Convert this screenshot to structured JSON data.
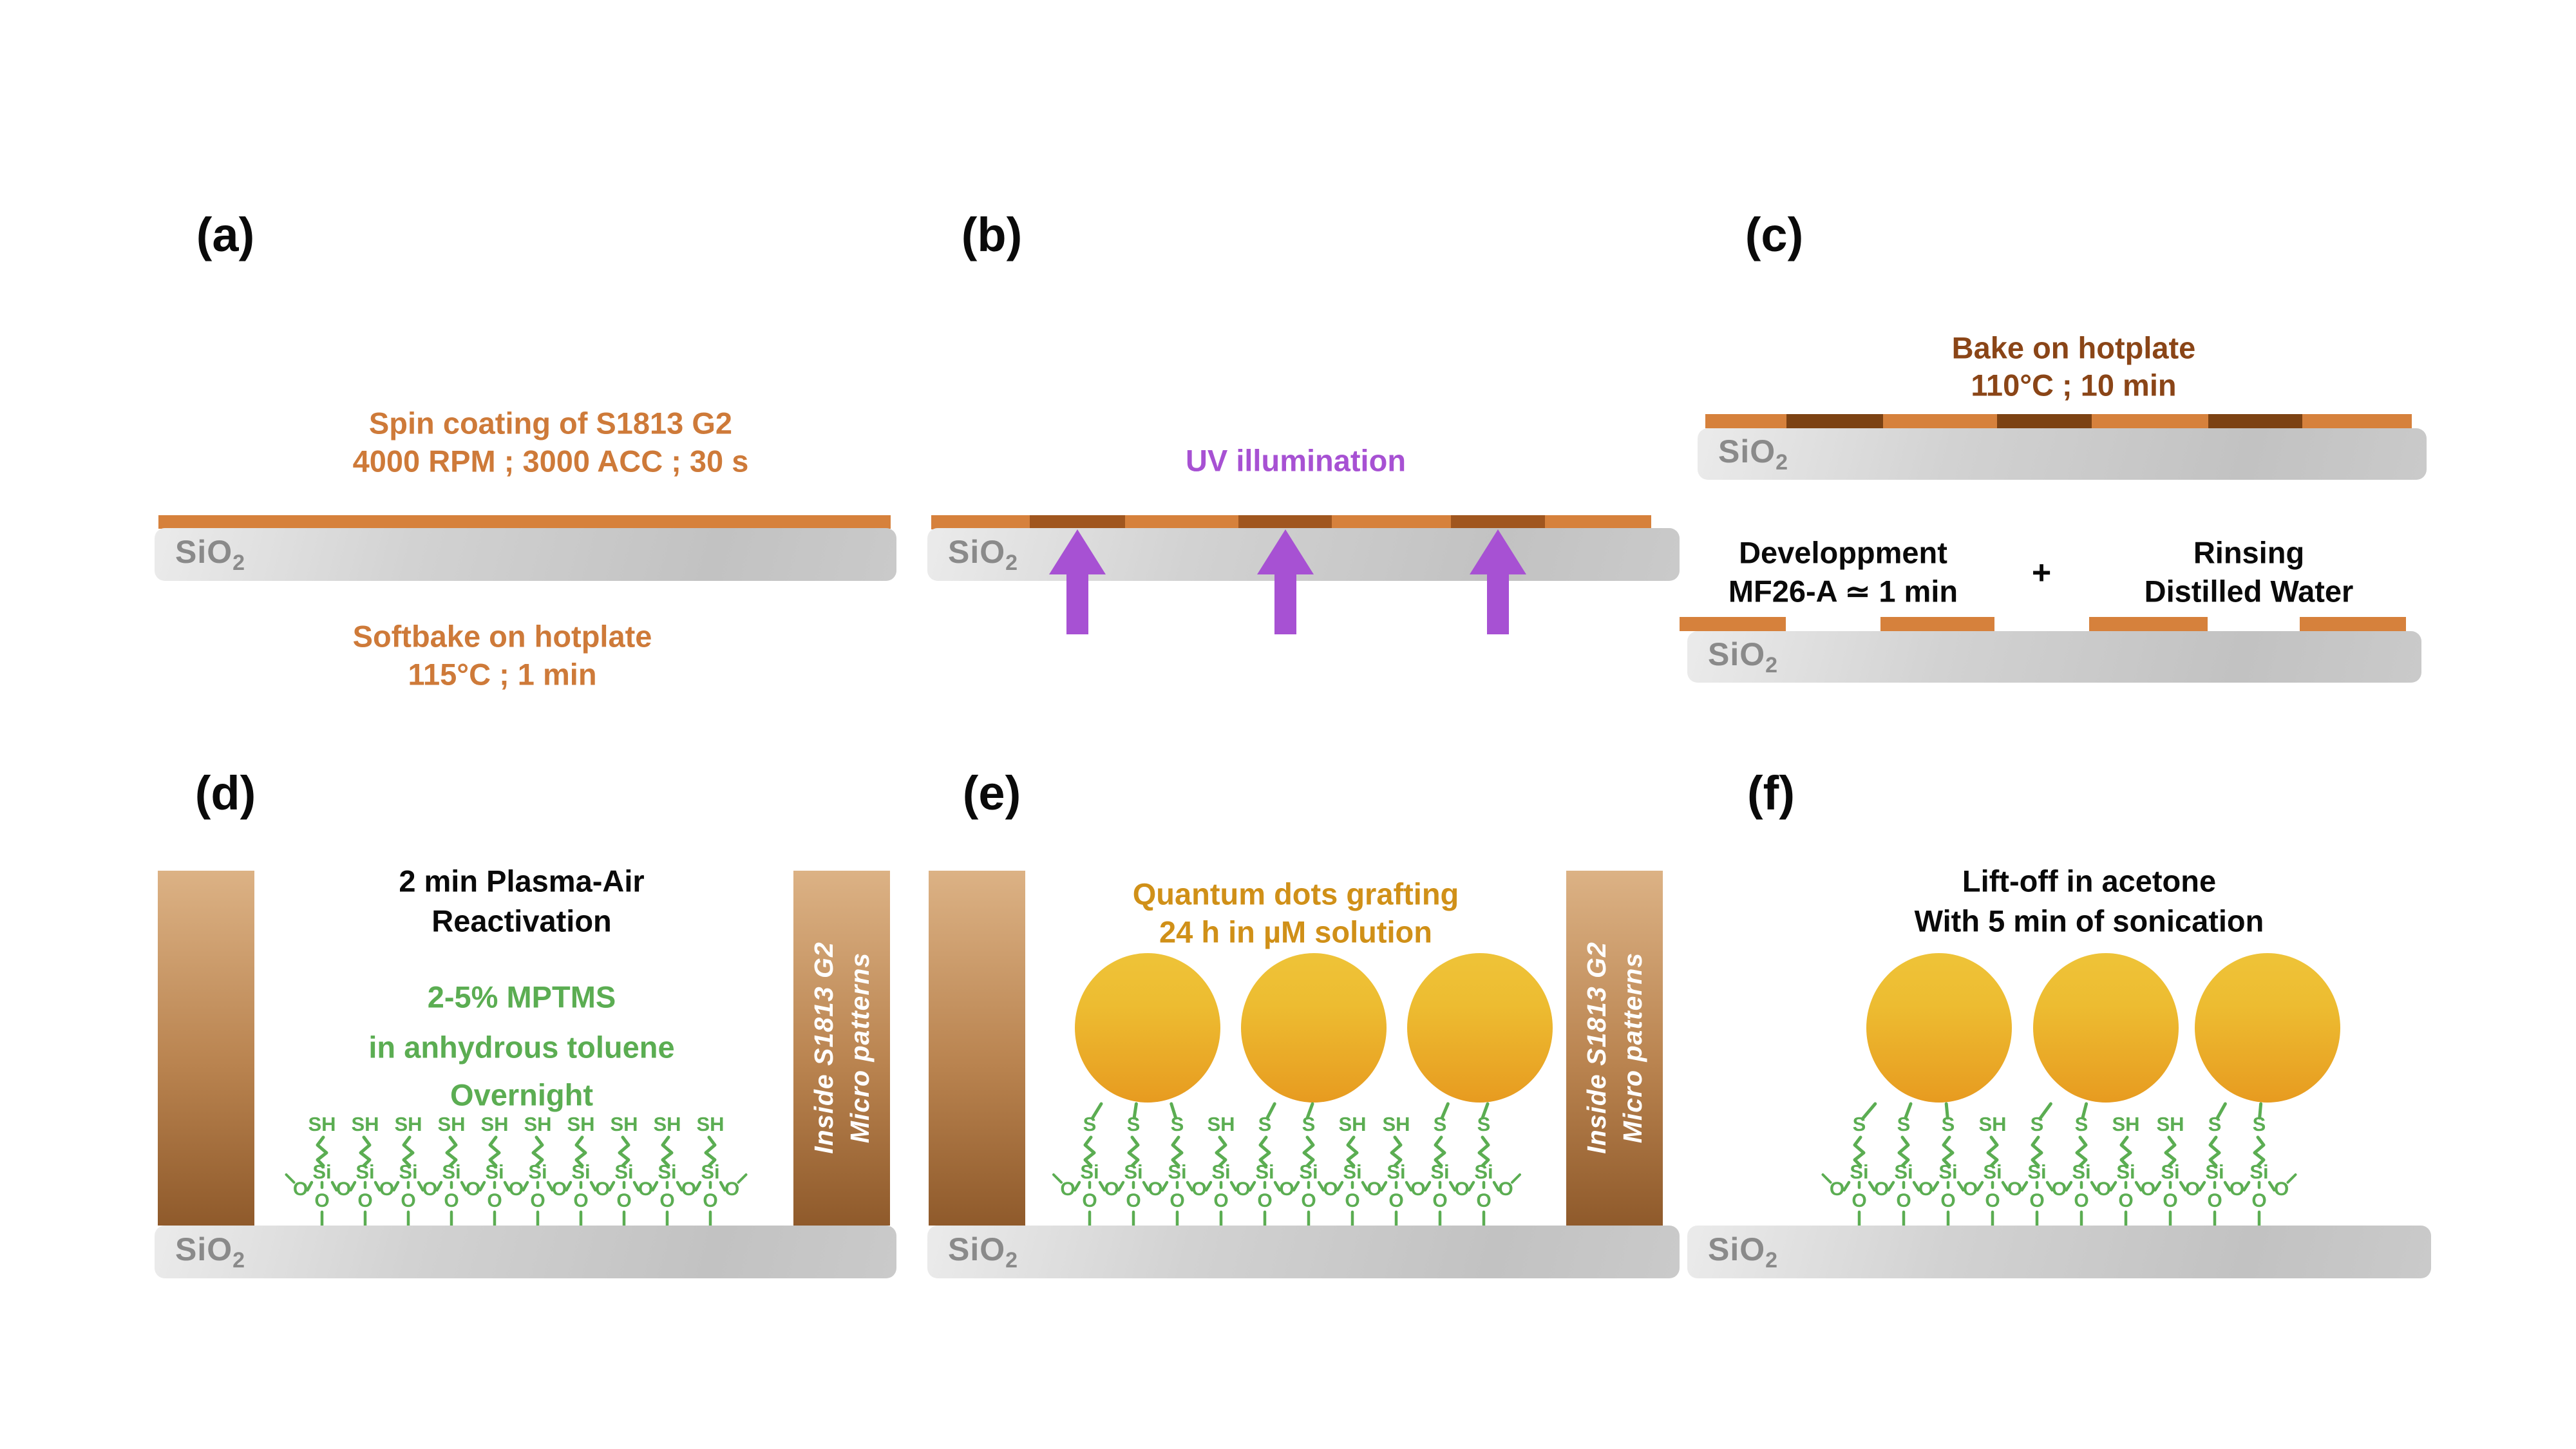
{
  "panels": {
    "a": {
      "label": "(a)",
      "top_text": [
        "Spin coating of S1813 G2",
        "4000 RPM ; 3000 ACC ; 30 s"
      ],
      "bottom_text": [
        "Softbake on hotplate",
        "115°C ; 1 min"
      ]
    },
    "b": {
      "label": "(b)",
      "title": "UV illumination"
    },
    "c": {
      "label": "(c)",
      "title": [
        "Bake on hotplate",
        "110°C ; 10 min"
      ],
      "develop": [
        "Developpment",
        "MF26-A ≃ 1 min"
      ],
      "plus": "+",
      "rinse": [
        "Rinsing",
        "Distilled Water"
      ]
    },
    "d": {
      "label": "(d)",
      "black_text": [
        "2 min Plasma-Air",
        "Reactivation"
      ],
      "green_text": [
        "2-5% MPTMS",
        "in anhydrous toluene",
        "Overnight"
      ],
      "pillar_text": [
        "Inside S1813 G2",
        "Micro patterns"
      ]
    },
    "e": {
      "label": "(e)",
      "title": [
        "Quantum dots grafting",
        "24 h in µM solution"
      ],
      "pillar_text": [
        "Inside S1813 G2",
        "Micro patterns"
      ]
    },
    "f": {
      "label": "(f)",
      "title": [
        "Lift-off in acetone",
        "With 5 min of sonication"
      ]
    }
  },
  "substrate_label": {
    "base": "SiO",
    "sub": "2"
  },
  "molecule": {
    "si_label": "Si",
    "o_label": "O",
    "d_heads": [
      "SH",
      "SH",
      "SH",
      "SH",
      "SH",
      "SH",
      "SH",
      "SH",
      "SH",
      "SH"
    ],
    "ef_heads": [
      "S",
      "S",
      "S",
      "SH",
      "S",
      "S",
      "SH",
      "SH",
      "S",
      "S"
    ],
    "qd_bond_units": [
      [
        0,
        1,
        2
      ],
      [
        4,
        5
      ],
      [
        8,
        9
      ]
    ]
  },
  "colors": {
    "resist_orange": "#D6813C",
    "resist_exposed": "#A0561F",
    "resist_baked": "#7C4213",
    "uv_purple": "#A751D3",
    "mptms_green": "#5BAD52",
    "qd_gold_top": "#EEC338",
    "qd_gold_bottom": "#E79B20",
    "pillar_top": "#DCB285",
    "pillar_bottom": "#8F5A2B",
    "sio2_text_gray": "#8A8A8A",
    "orange_text": "#CE7A39",
    "brown_text": "#8A4517",
    "gold_text": "#D09018"
  }
}
